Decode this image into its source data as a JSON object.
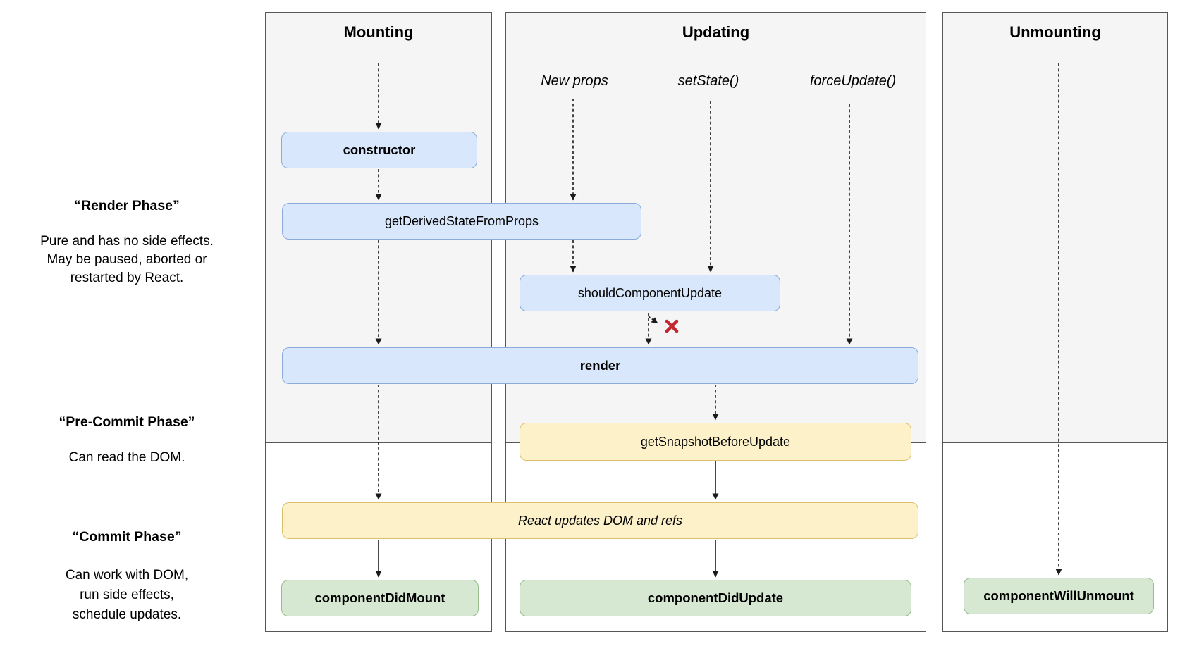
{
  "phases": {
    "render": {
      "title": "“Render Phase”",
      "lines": [
        "Pure and has no side effects.",
        "May be paused, aborted or",
        "restarted by React."
      ]
    },
    "pre_commit": {
      "title": "“Pre-Commit Phase”",
      "lines": [
        "Can read the DOM."
      ]
    },
    "commit": {
      "title": "“Commit Phase”",
      "lines": [
        "Can work with DOM,",
        "run side effects,",
        "schedule updates."
      ]
    }
  },
  "columns": {
    "mounting": {
      "title": "Mounting"
    },
    "updating": {
      "title": "Updating",
      "triggers": [
        "New props",
        "setState()",
        "forceUpdate()"
      ]
    },
    "unmounting": {
      "title": "Unmounting"
    }
  },
  "nodes": {
    "constructor": "constructor",
    "get_derived": "getDerivedStateFromProps",
    "should_update": "shouldComponentUpdate",
    "render": "render",
    "get_snapshot": "getSnapshotBeforeUpdate",
    "react_updates": "React updates DOM and refs",
    "did_mount": "componentDidMount",
    "did_update": "componentDidUpdate",
    "will_unmount": "componentWillUnmount"
  },
  "icons": {
    "skip_update_x": "✕"
  },
  "colors": {
    "column_background": "#f5f5f5",
    "column_border": "#575757",
    "blue_fill": "#d8e7fb",
    "blue_border": "#8aabdb",
    "yellow_fill": "#fcf1c9",
    "yellow_border": "#dcc06a",
    "green_fill": "#d6e8d2",
    "green_border": "#97bc8b",
    "arrow": "#1a1a1a",
    "skip_x_red": "#c1272d"
  }
}
